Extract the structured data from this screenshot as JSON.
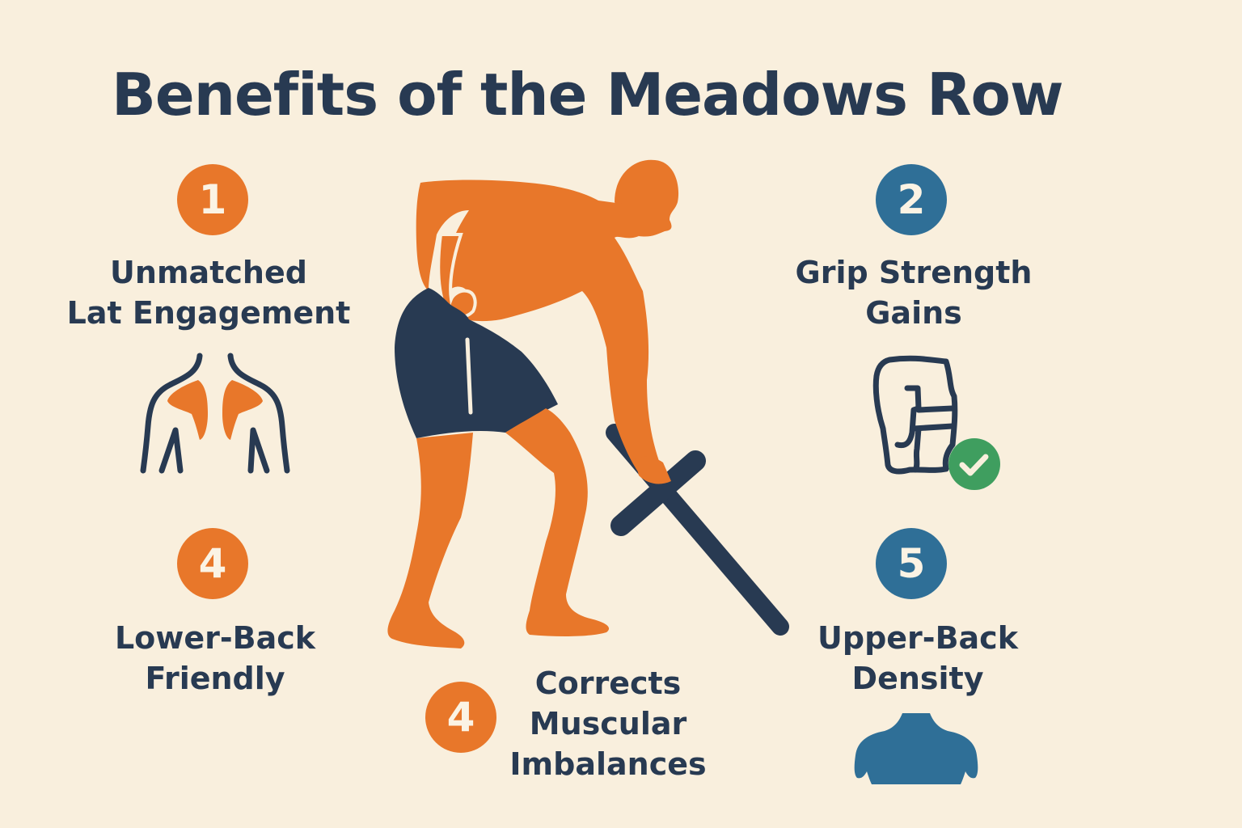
{
  "title": "Benefits of the Meadows Row",
  "colors": {
    "background": "#f9efdd",
    "navy": "#283a52",
    "orange": "#e8772a",
    "blue": "#2f6f97",
    "green": "#3f9e5f"
  },
  "benefits": [
    {
      "number": "1",
      "line1": "Unmatched",
      "line2": "Lat Engagement",
      "badge_color": "orange",
      "icon": "lats-back-icon"
    },
    {
      "number": "2",
      "line1": "Grip Strength",
      "line2": "Gains",
      "badge_color": "blue",
      "icon": "gripping-hand-check-icon"
    },
    {
      "number": "4",
      "line1": "Lower-Back",
      "line2": "Friendly",
      "badge_color": "orange",
      "icon": null
    },
    {
      "number": "4",
      "line1": "Corrects",
      "line2": "Muscular",
      "line3": "Imbalances",
      "badge_color": "orange",
      "icon": null
    },
    {
      "number": "5",
      "line1": "Upper-Back",
      "line2": "Density",
      "badge_color": "blue",
      "icon": "upper-back-torso-icon"
    }
  ],
  "illustration": "person-performing-meadows-row-with-landmine-barbell"
}
